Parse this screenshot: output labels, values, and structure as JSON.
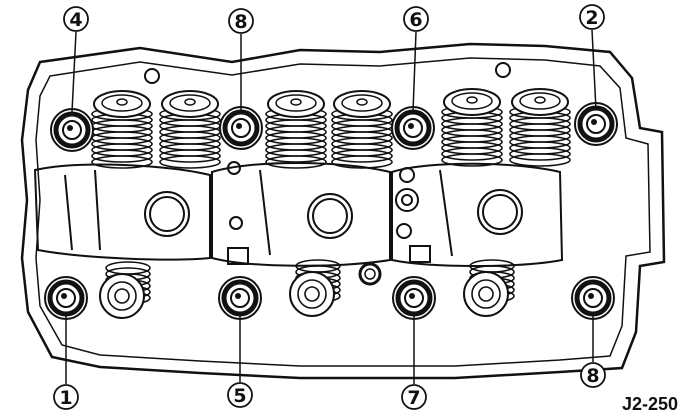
{
  "bolt_callouts": [
    {
      "id": "bolt-4",
      "number": "4"
    },
    {
      "id": "bolt-8-top",
      "number": "8"
    },
    {
      "id": "bolt-6",
      "number": "6"
    },
    {
      "id": "bolt-2",
      "number": "2"
    },
    {
      "id": "bolt-1",
      "number": "1"
    },
    {
      "id": "bolt-5",
      "number": "5"
    },
    {
      "id": "bolt-7",
      "number": "7"
    },
    {
      "id": "bolt-8-bottom",
      "number": "8"
    }
  ],
  "figure_code": "J2-250",
  "colors": {
    "line": "#111111",
    "background": "#ffffff"
  }
}
